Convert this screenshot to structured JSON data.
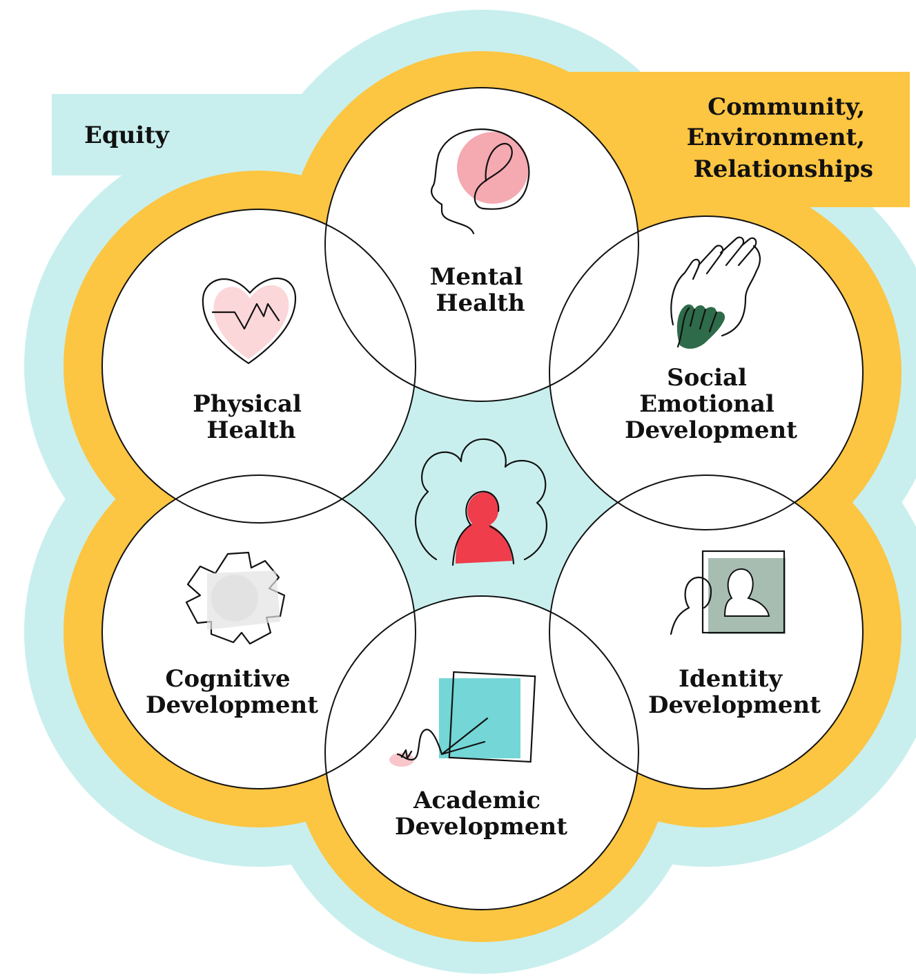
{
  "bands": {
    "outer_label": "Equity",
    "inner_label_lines": [
      "Community,",
      "Environment,",
      "Relationships"
    ]
  },
  "circles": [
    {
      "id": "mental",
      "lines": [
        "Mental",
        "Health"
      ],
      "icon": "head-brain-icon"
    },
    {
      "id": "social",
      "lines": [
        "Social",
        "Emotional",
        "Development"
      ],
      "icon": "hands-icon"
    },
    {
      "id": "identity",
      "lines": [
        "Identity",
        "Development"
      ],
      "icon": "portrait-mirror-icon"
    },
    {
      "id": "academic",
      "lines": [
        "Academic",
        "Development"
      ],
      "icon": "writing-paper-icon"
    },
    {
      "id": "cognitive",
      "lines": [
        "Cognitive",
        "Development"
      ],
      "icon": "gear-icon"
    },
    {
      "id": "physical",
      "lines": [
        "Physical",
        "Health"
      ],
      "icon": "heart-pulse-icon"
    }
  ],
  "center": {
    "icon": "group-people-icon"
  },
  "colors": {
    "equity_band": "#c8efee",
    "community_band": "#fcc542",
    "center_fill": "#c8efee",
    "circle_fill": "#ffffff",
    "brain_pink": "#f4a0a8",
    "heart_pink": "#fbd7da",
    "hand_green": "#2e6b4a",
    "portrait_sage": "#a7bdb2",
    "paper_teal": "#74d6d6",
    "gear_gray": "#e2e2e2",
    "person_red": "#ef3d4c"
  }
}
